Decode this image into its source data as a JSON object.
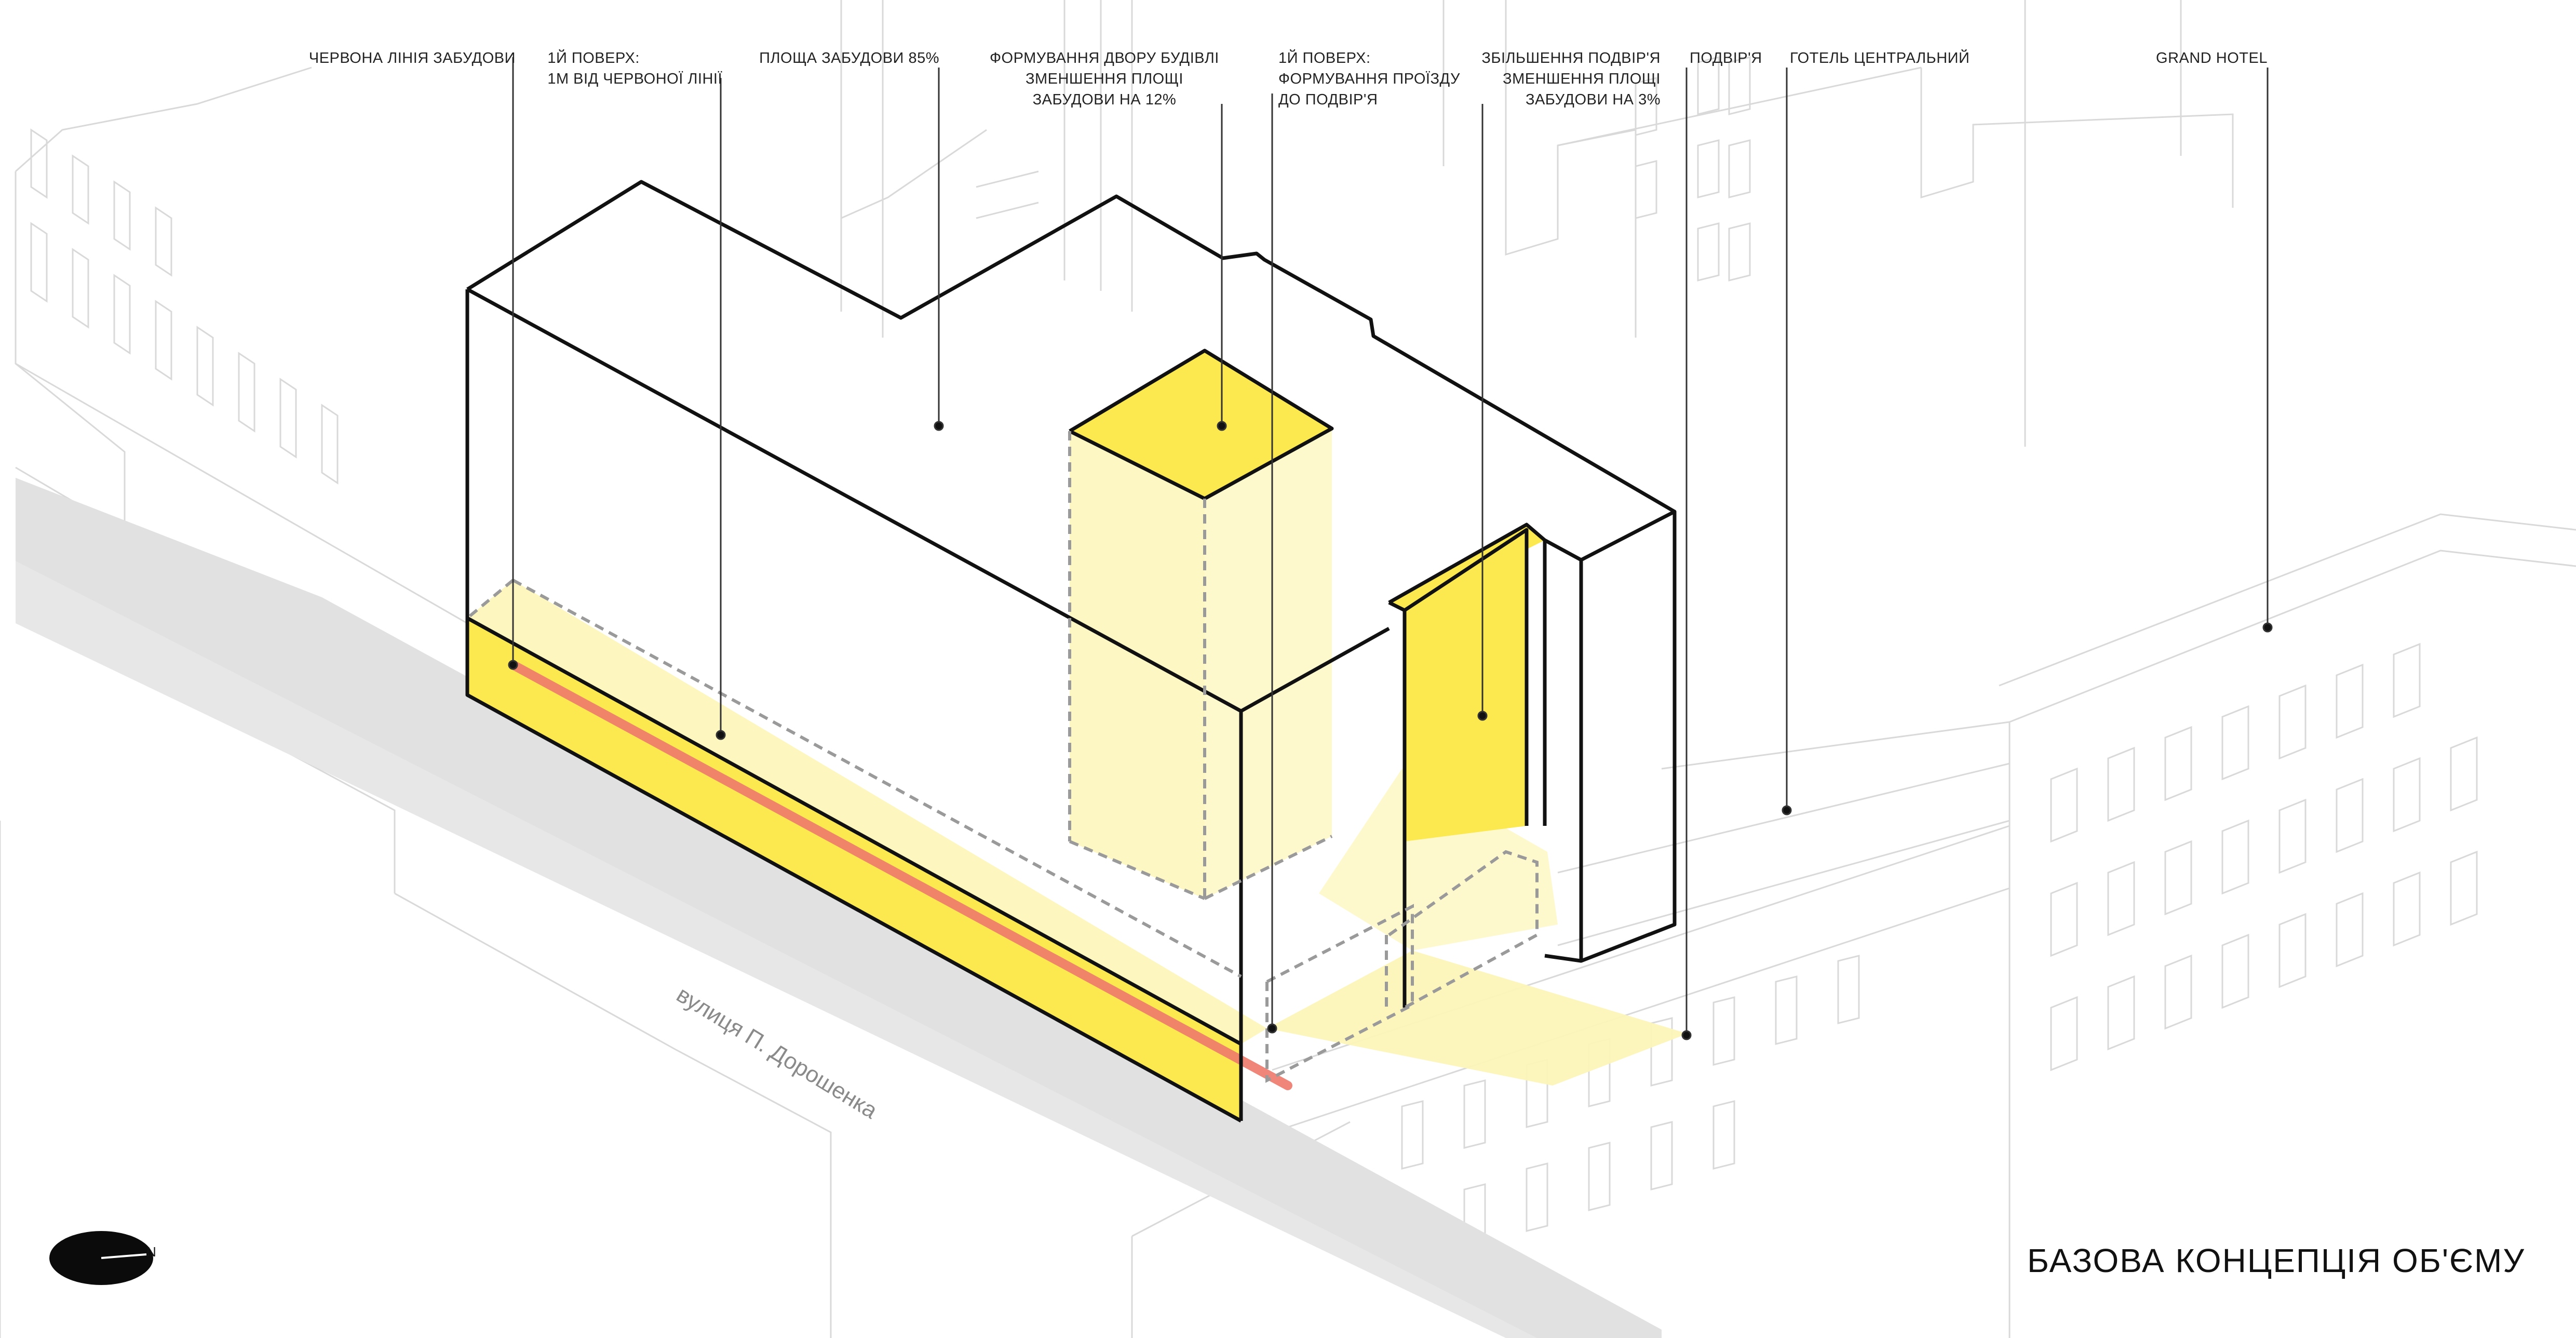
{
  "annotations": {
    "red_line": [
      "ЧЕРВОНА ЛІНІЯ ЗАБУДОВИ"
    ],
    "first_floor_offset": [
      "1й ПОВЕРХ:",
      "1м ВІД ЧЕРВОНОЇ ЛІНІЇ"
    ],
    "building_area": [
      "ПЛОЩА ЗАБУДОВИ 85%"
    ],
    "courtyard_forming": [
      "ФОРМУВАННЯ ДВОРУ БУДІВЛІ",
      "ЗМЕНШЕННЯ ПЛОЩІ",
      "ЗАБУДОВИ НА 12%"
    ],
    "passage_forming": [
      "1й ПОВЕРХ:",
      "ФОРМУВАННЯ ПРОЇЗДУ",
      "ДО ПОДВІР'Я"
    ],
    "courtyard_increase": [
      "ЗБІЛЬШЕННЯ ПОДВІР'Я",
      "ЗМЕНШЕННЯ ПЛОЩІ",
      "ЗАБУДОВИ НА 3%"
    ],
    "courtyard": [
      "ПОДВІР'Я"
    ],
    "hotel_central": [
      "ГОТЕЛЬ ЦЕНТРАЛЬНИЙ"
    ],
    "grand_hotel": [
      "GRAND HOTEL"
    ]
  },
  "street_label": "вулиця П. Дорошенка",
  "north_label": "N",
  "title": "БАЗОВА КОНЦЕПЦІЯ ОБ'ЄМУ",
  "colors": {
    "highlight_yellow": "#fbe94f",
    "soft_yellow": "#fdf6b8",
    "red_line": "#ee7a6b",
    "street_gray": "#e6e6e6",
    "context_lines": "#d6d6d6",
    "outline": "#111111"
  }
}
